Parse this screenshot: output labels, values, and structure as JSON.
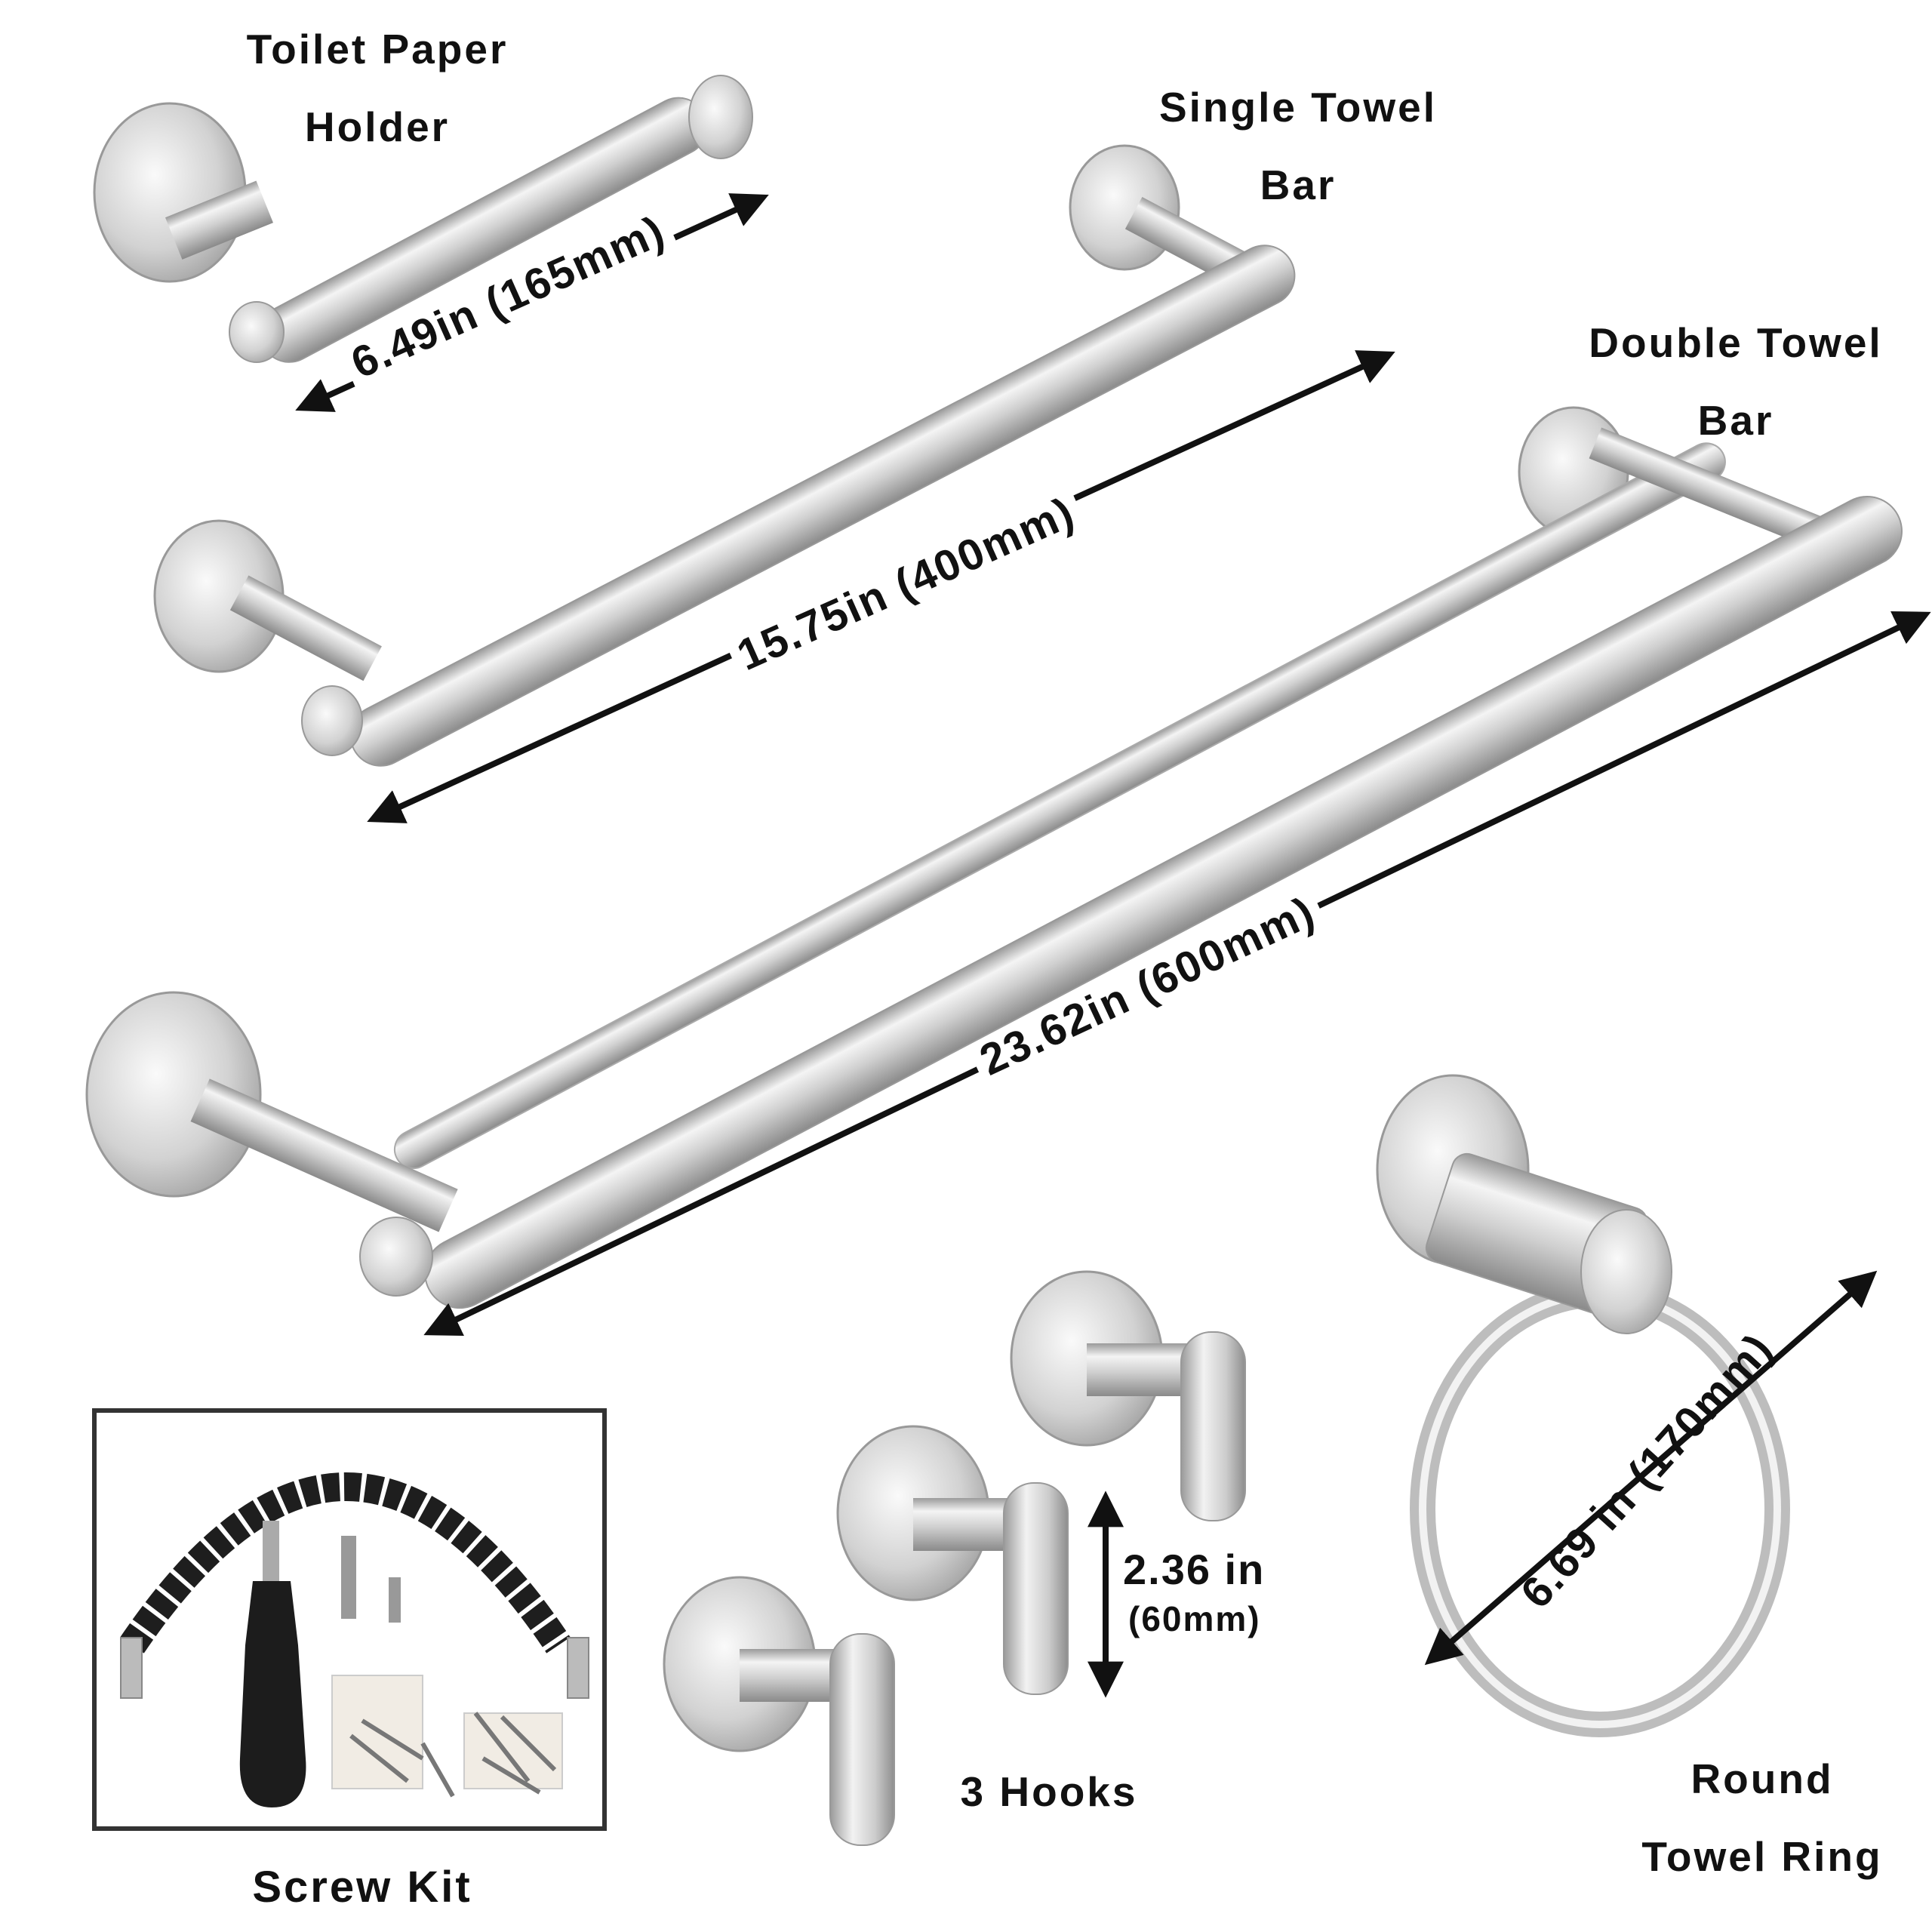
{
  "labels": {
    "toilet_paper_holder": [
      "Toilet Paper",
      "Holder"
    ],
    "single_towel_bar": [
      "Single Towel",
      "Bar"
    ],
    "double_towel_bar": [
      "Double Towel",
      "Bar"
    ],
    "hooks": "3 Hooks",
    "round_towel_ring": [
      "Round",
      "Towel Ring"
    ],
    "screw_kit": "Screw Kit"
  },
  "dimensions": {
    "toilet_paper_holder": "6.49in (165mm)",
    "single_towel_bar": "15.75in  (400mm)",
    "double_towel_bar": "23.62in (600mm)",
    "hook_height_in": "2.36 in",
    "hook_height_mm": "(60mm)",
    "towel_ring": "6.69 in (170mm)"
  },
  "colors": {
    "metal_light": "#f2f2f2",
    "metal_mid": "#c8c8c8",
    "metal_dark": "#8e8e8e",
    "arrow": "#111111",
    "kit_border": "#333333"
  }
}
